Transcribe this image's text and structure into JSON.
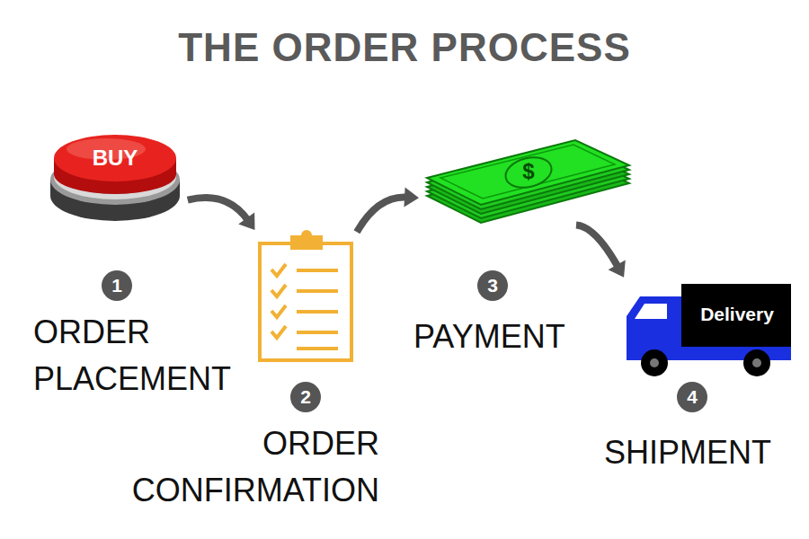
{
  "diagram": {
    "title": "THE ORDER PROCESS",
    "nodes": [
      {
        "text": [
          "BUY",
          "1",
          "ORDER PLACEMENT"
        ]
      },
      {
        "text": [
          "2",
          "ORDER CONFIRMATION"
        ]
      },
      {
        "text": [
          "$",
          "3",
          "PAYMENT"
        ]
      },
      {
        "text": [
          "Delivery",
          "4",
          "SHIPMENT"
        ]
      }
    ],
    "edges": [
      {
        "from": 0,
        "to": 1,
        "arrow": "to"
      },
      {
        "from": 1,
        "to": 2,
        "arrow": "to"
      },
      {
        "from": 2,
        "to": 3,
        "arrow": "to"
      }
    ]
  }
}
